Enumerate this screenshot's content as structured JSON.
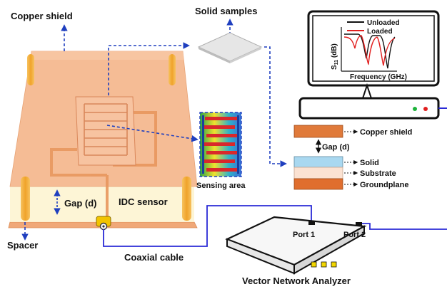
{
  "labels": {
    "copper_shield_top": "Copper shield",
    "solid_samples": "Solid samples",
    "gap_left": "Gap (d)",
    "idc_sensor": "IDC sensor",
    "sensing_area": "Sensing area",
    "spacer": "Spacer",
    "coaxial_cable": "Coaxial cable",
    "vna": "Vector Network Analyzer",
    "port1": "Port 1",
    "port2": "Port 2"
  },
  "stack": {
    "copper_shield": "Copper shield",
    "gap": "Gap (d)",
    "solid": "Solid",
    "substrate": "Substrate",
    "groundplane": "Groundplane"
  },
  "monitor": {
    "ylabel_main": "S",
    "ylabel_sub": "11",
    "ylabel_unit": " (dB)",
    "xlabel": "Frequency (GHz)",
    "legend": [
      "Unloaded",
      "Loaded"
    ]
  },
  "colors": {
    "copper": "#f4b183",
    "copper_edge": "#e3945f",
    "sensor_trace": "#e8975e",
    "spacer": "#f2a93b",
    "dashed": "#1f3fbf",
    "cable": "#2a2ad6",
    "stack_copper": "#e07a3a",
    "stack_solid": "#a9d8f0",
    "stack_substrate": "#fbe2d2",
    "stack_ground": "#e06e2e",
    "unloaded": "#111111",
    "loaded": "#e11f1f"
  }
}
